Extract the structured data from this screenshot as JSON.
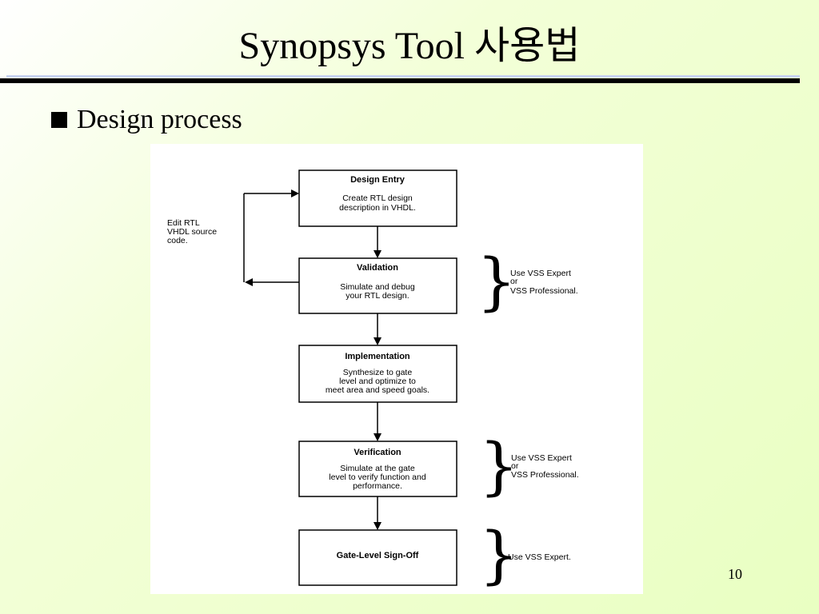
{
  "slide": {
    "title": "Synopsys Tool 사용법",
    "bullet": "Design process",
    "page_number": "10"
  },
  "flow": {
    "side_note": [
      "Edit RTL",
      "VHDL source",
      "code."
    ],
    "boxes": [
      {
        "title": "Design Entry",
        "lines": [
          "Create RTL design",
          "description in VHDL."
        ]
      },
      {
        "title": "Validation",
        "lines": [
          "Simulate and debug",
          "your RTL design."
        ],
        "tool_note": [
          "Use VSS Expert",
          "or",
          "VSS Professional."
        ]
      },
      {
        "title": "Implementation",
        "lines": [
          "Synthesize to gate",
          "level and optimize to",
          "meet area and speed goals."
        ]
      },
      {
        "title": "Verification",
        "lines": [
          "Simulate at the gate",
          "level to verify function and",
          "performance."
        ],
        "tool_note": [
          "Use VSS Expert",
          "or",
          "VSS Professional."
        ]
      },
      {
        "title": "Gate-Level Sign-Off",
        "lines": [],
        "tool_note": [
          "Use VSS Expert."
        ]
      }
    ]
  },
  "colors": {
    "background": "#efffd0",
    "ink": "#000000",
    "figure_background": "#ffffff"
  }
}
